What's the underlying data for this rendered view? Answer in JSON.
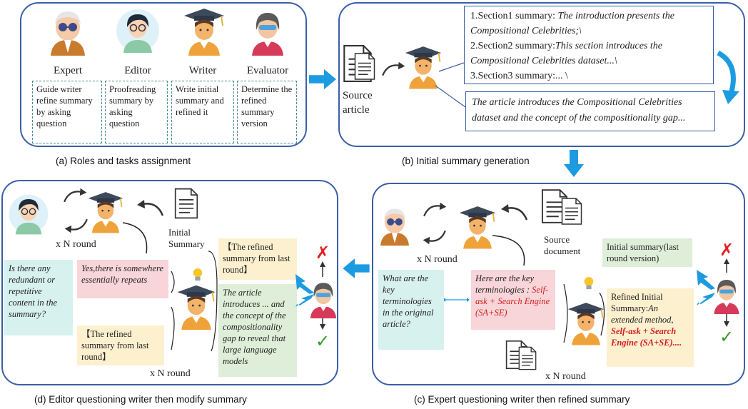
{
  "panel_a": {
    "caption": "(a)  Roles and tasks assignment",
    "roles": [
      {
        "name": "Expert",
        "task": "Guide writer refine summary by asking question"
      },
      {
        "name": "Editor",
        "task": "Proofreading summary by asking question"
      },
      {
        "name": "Writer",
        "task": "Write initial summary and refined it"
      },
      {
        "name": "Evaluator",
        "task": "Determine the refined summary version"
      }
    ]
  },
  "panel_b": {
    "caption": "(b)  Initial summary generation",
    "source_label": "Source article",
    "sections": [
      {
        "prefix": "1.Section1 summary: ",
        "text": "The introduction presents the Compositional Celebrities;\\"
      },
      {
        "prefix": "2.Section2 summary:",
        "text": "This section introduces the Compositional Celebrities dataset...\\"
      },
      {
        "prefix": "3.Section3 summary:...",
        "text": "  \\"
      }
    ],
    "final_summary": "The article introduces the Compositional Celebrities dataset and the concept of the compositionality gap..."
  },
  "panel_c": {
    "caption": "(c)  Expert questioning writer then refined summary",
    "source_label": "Source document",
    "round_top": "x N round",
    "round_bottom": "x N round",
    "question": "What are the key terminologies in the original article?",
    "answer_prefix": "Here are the key terminologies :",
    "answer_highlight": "Self-ask + Search Engine (SA+SE)",
    "initial_summary": "Initial summary(last round version)",
    "refined_prefix": "Refined Initial Summary:",
    "refined_italic": "An extended method,",
    "refined_highlight": "Self-ask + Search Engine (SA+SE)....",
    "reject_mark": "✗",
    "accept_mark": "✓"
  },
  "panel_d": {
    "caption": "(d)  Editor questioning writer then modify summary",
    "initial_label": "Initial Summary",
    "round_top": "x N round",
    "round_bottom": "x N round",
    "question": "Is there any redundant or repetitive content in the summary?",
    "answer": "Yes,there is somewhere essentially repeats",
    "refined_bottom": "【The refined summary from last round】",
    "refined_top": "【The refined summary from last round】",
    "article_text": "The article introduces ... and the concept of the compositionality gap to reveal that large language models",
    "reject_mark": "✗",
    "accept_mark": "✓"
  },
  "colors": {
    "panel_border": "#3a5fa6",
    "arrow": "#1c9be0",
    "reject": "#e02020",
    "accept": "#3a9a2a"
  }
}
